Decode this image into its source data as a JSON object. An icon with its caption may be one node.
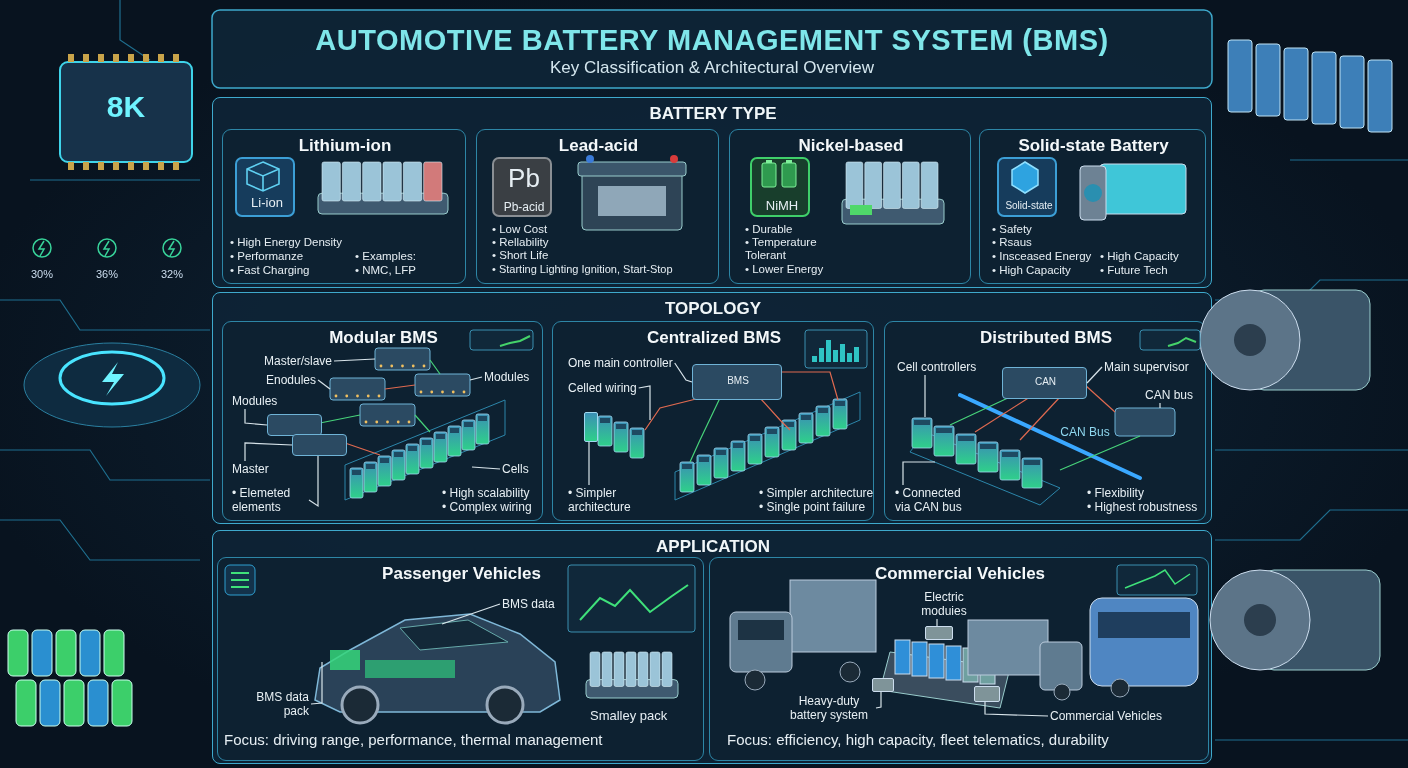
{
  "diagram": {
    "title": "AUTOMOTIVE BATTERY MANAGEMENT SYSTEM (BMS)",
    "nodes": [
      {
        "text": [
          "BATTERY TYPE"
        ]
      },
      {
        "text": [
          "Lithium-ion",
          "• High Energy Density",
          "• Performanze",
          "• Fast Charging",
          "• Examples:",
          "• NMC, LFP"
        ],
        "in": 0
      },
      {
        "text": [
          "Li-ion"
        ],
        "in": 1
      },
      {
        "text": [
          "Lead-acid",
          "• Low Cost",
          "• Rellability",
          "• Short Life",
          "• Starting Lighting Ignition, Start-Stop"
        ],
        "in": 0
      },
      {
        "text": [
          "Pb",
          "Pb-acid"
        ],
        "in": 3
      },
      {
        "text": [
          "Nickel-based",
          "• Durable",
          "• Temperature Tolerant",
          "• Lower Energy"
        ],
        "in": 0
      },
      {
        "text": [
          "NiMH"
        ],
        "in": 5
      },
      {
        "text": [
          "Solid-state Battery",
          "• Safety",
          "• Rsaus",
          "• Insceased Energy",
          "• High Capacity",
          "• High Capacity",
          "• Future Tech"
        ],
        "in": 0
      },
      {
        "text": [
          "Solid-state"
        ],
        "in": 7
      },
      {
        "text": [
          "TOPOLOGY"
        ]
      },
      {
        "text": [
          "Modular BMS",
          "• High scalability",
          "• Complex wiring"
        ],
        "in": 9
      },
      {
        "text": [
          "Master/slave"
        ],
        "in": 10
      },
      {
        "text": [
          "Enodules"
        ],
        "in": 10
      },
      {
        "text": [
          "Modules"
        ],
        "in": 10
      },
      {
        "text": [
          "Modules"
        ],
        "in": 10
      },
      {
        "text": [
          "Master"
        ],
        "in": 10
      },
      {
        "text": [
          "• Elemeted elements"
        ],
        "in": 10
      },
      {
        "text": [
          "Cells"
        ],
        "in": 10
      },
      {
        "text": [
          "Centralized BMS",
          "• Simpler architecture",
          "• Single point failure"
        ],
        "in": 9
      },
      {
        "text": [
          "One main controller"
        ],
        "in": 18
      },
      {
        "text": [
          "Celled wiring"
        ],
        "in": 18
      },
      {
        "text": [
          "• Simpler architecture"
        ],
        "in": 18
      },
      {
        "text": [
          "Distributed BMS",
          "• Flexibility",
          "• Highest robustness"
        ],
        "in": 9
      },
      {
        "text": [
          "Cell controllers"
        ],
        "in": 22
      },
      {
        "text": [
          "Main supervisor"
        ],
        "in": 22
      },
      {
        "text": [
          "CAN bus"
        ],
        "in": 22
      },
      {
        "text": [
          "• Connected via CAN bus"
        ],
        "in": 22
      },
      {
        "text": [
          "APPLICATION"
        ]
      },
      {
        "text": [
          "Passenger Vehicles",
          "Smalley pack",
          "Focus: driving range, performance, thermal management"
        ],
        "in": 27
      },
      {
        "text": [
          "BMS data"
        ],
        "in": 28
      },
      {
        "text": [
          "BMS data pack"
        ],
        "in": 28
      },
      {
        "text": [
          "Commercial Vehicles",
          "Focus: efficiency, high capacity, fleet telematics, durability"
        ],
        "in": 27
      },
      {
        "text": [
          "Electric moduies"
        ],
        "in": 31
      },
      {
        "text": [
          "Heavy-duty battery system"
        ],
        "in": 31
      },
      {
        "text": [
          "Commercial Vehicles"
        ],
        "in": 31
      },
      {
        "text": [
          "BMS"
        ],
        "in": 18
      },
      {
        "text": [
          "CAN"
        ],
        "in": 22
      },
      {
        "text": [],
        "shape": "box",
        "in": 10
      },
      {
        "text": [],
        "shape": "box",
        "in": 10
      },
      {
        "text": [],
        "shape": "box",
        "in": 18
      },
      {
        "text": [],
        "shape": "box",
        "in": 31
      },
      {
        "text": [],
        "shape": "box",
        "in": 31
      },
      {
        "text": [],
        "shape": "box",
        "in": 31
      }
    ],
    "edges": [
      {
        "from": 11,
        "to": null,
        "arrow": "none"
      },
      {
        "from": 12,
        "to": null,
        "arrow": "none"
      },
      {
        "from": 13,
        "to": null,
        "arrow": "none"
      },
      {
        "from": 14,
        "to": 37,
        "arrow": "none"
      },
      {
        "from": 15,
        "to": 38,
        "arrow": "none"
      },
      {
        "from": 16,
        "to": 38,
        "arrow": "none"
      },
      {
        "from": 17,
        "to": null,
        "arrow": "none"
      },
      {
        "from": 19,
        "to": 35,
        "arrow": "none"
      },
      {
        "from": 20,
        "to": null,
        "arrow": "none"
      },
      {
        "from": 21,
        "to": 39,
        "arrow": "none"
      },
      {
        "from": 23,
        "to": null,
        "arrow": "none"
      },
      {
        "from": 24,
        "to": 36,
        "arrow": "none"
      },
      {
        "from": 25,
        "to": null,
        "arrow": "none"
      },
      {
        "from": 26,
        "to": null,
        "arrow": "none"
      },
      {
        "from": 29,
        "to": null,
        "arrow": "none"
      },
      {
        "from": 30,
        "to": null,
        "arrow": "none"
      },
      {
        "from": 32,
        "to": 40,
        "arrow": "none"
      },
      {
        "from": 33,
        "to": 42,
        "arrow": "none"
      },
      {
        "from": 34,
        "to": 41,
        "arrow": "none"
      }
    ],
    "labels": [
      "Key Classification & Architectural Overview",
      "8K",
      "30%",
      "36%",
      "32%",
      "CAN Bus"
    ]
  }
}
